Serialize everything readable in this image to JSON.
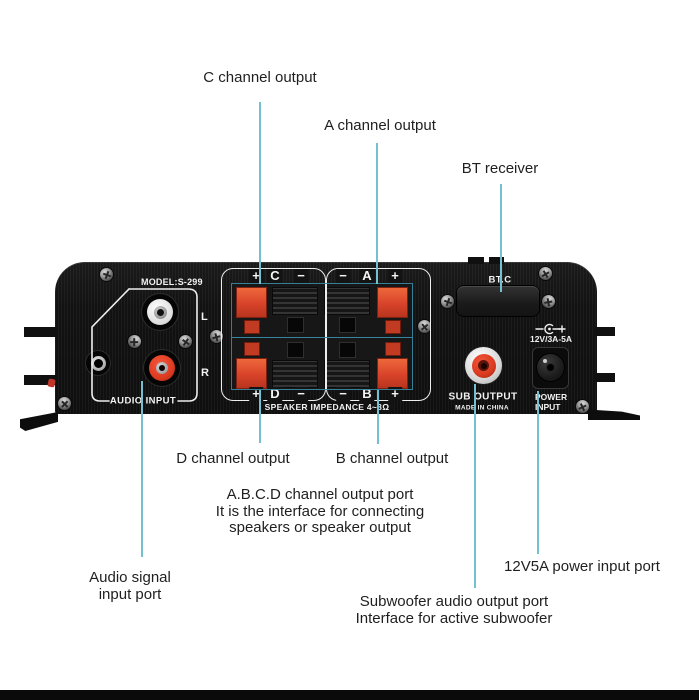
{
  "colors": {
    "leader_line": "#74c0cf",
    "annotation_box": "#37859e",
    "panel_black": "#131313",
    "terminal_red": "#d8432a",
    "rca_red": "#dd3b22"
  },
  "callouts": {
    "c_channel": {
      "label": "C channel output"
    },
    "a_channel": {
      "label": "A channel output"
    },
    "bt_receiver": {
      "label": "BT receiver"
    },
    "d_channel": {
      "label": "D channel output"
    },
    "b_channel": {
      "label": "B channel output"
    },
    "abcd_port": {
      "line1": "A.B.C.D channel output port",
      "line2": "It is the interface for connecting",
      "line3": "speakers or speaker output"
    },
    "audio_input": {
      "line1": "Audio signal",
      "line2": "input port"
    },
    "power_input": {
      "label": "12V5A power input port"
    },
    "sub_output": {
      "line1": "Subwoofer audio output port",
      "line2": "Interface for active subwoofer"
    }
  },
  "panel": {
    "model": "MODEL:S-299",
    "left_channel": "L",
    "right_channel": "R",
    "audio_input_label": "AUDIO INPUT",
    "bt_label": "BT.C",
    "impedance": "SPEAKER IMPEDANCE 4~8Ω",
    "power_rating": "12V/3A-5A",
    "sub_output_label": "SUB OUTPUT",
    "made_in": "MADE IN CHINA",
    "power_line1": "POWER",
    "power_line2": "INPUT",
    "terminals": {
      "top_left": [
        "+",
        "C",
        "−"
      ],
      "top_right": [
        "−",
        "A",
        "+"
      ],
      "bottom_left": [
        "+",
        "D",
        "−"
      ],
      "bottom_right": [
        "−",
        "B",
        "+"
      ]
    }
  }
}
